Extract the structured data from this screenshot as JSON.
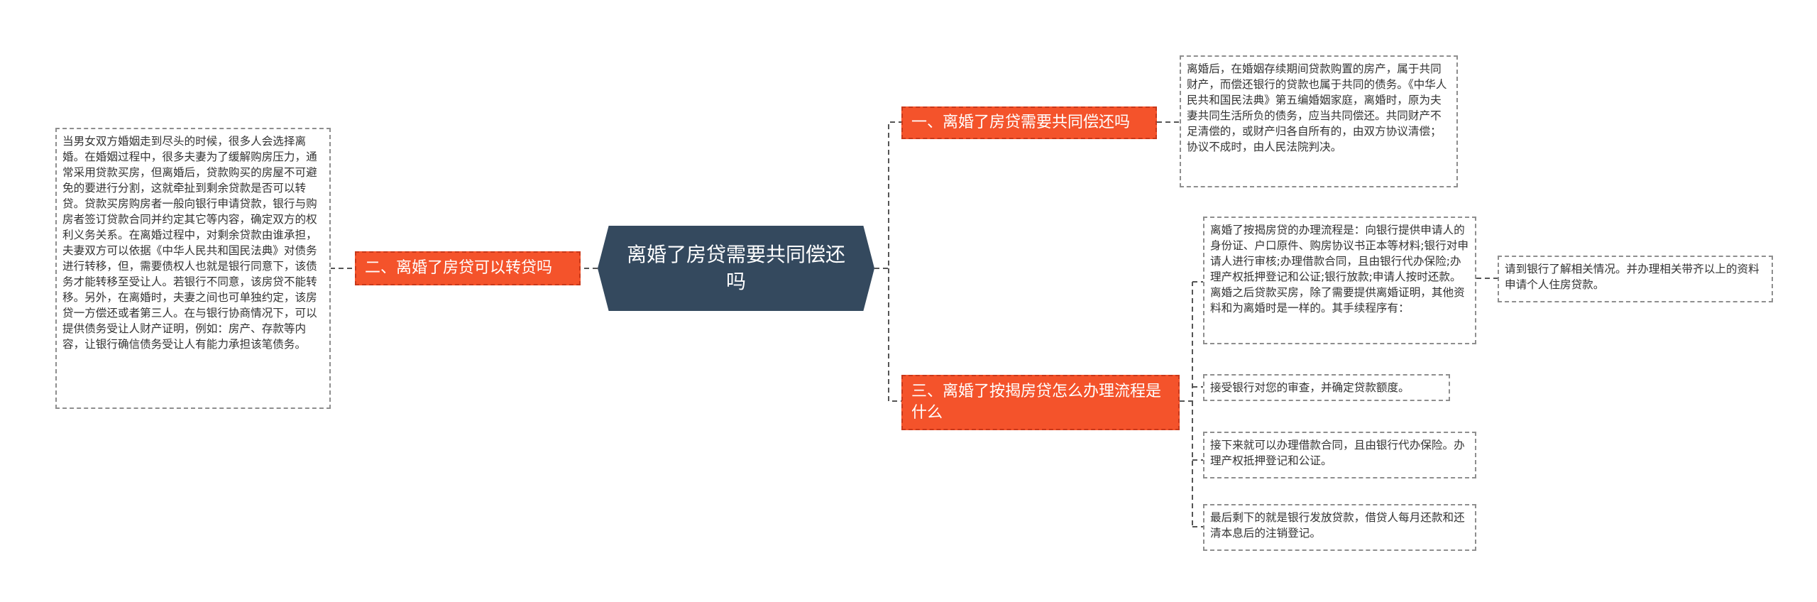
{
  "central": {
    "title": "离婚了房贷需要共同偿还吗"
  },
  "branches": [
    {
      "label": "一、离婚了房贷需要共同偿还吗",
      "leaves": [
        {
          "text": "离婚后，在婚姻存续期间贷款购置的房产，属于共同财产，而偿还银行的贷款也属于共同的债务。《中华人民共和国民法典》第五编婚姻家庭，离婚时，原为夫妻共同生活所负的债务，应当共同偿还。共同财产不足清偿的，或财产归各自所有的，由双方协议清偿；协议不成时，由人民法院判决。"
        }
      ]
    },
    {
      "label": "二、离婚了房贷可以转贷吗",
      "leaves": [
        {
          "text": "当男女双方婚姻走到尽头的时候，很多人会选择离婚。在婚姻过程中，很多夫妻为了缓解购房压力，通常采用贷款买房，但离婚后，贷款购买的房屋不可避免的要进行分割，这就牵扯到剩余贷款是否可以转贷。贷款买房购房者一般向银行申请贷款，银行与购房者签订贷款合同并约定其它等内容，确定双方的权利义务关系。在离婚过程中，对剩余贷款由谁承担，夫妻双方可以依据《中华人民共和国民法典》对债务进行转移，但，需要债权人也就是银行同意下，该债务才能转移至受让人。若银行不同意，该房贷不能转移。另外，在离婚时，夫妻之间也可单独约定，该房贷一方偿还或者第三人。在与银行协商情况下，可以提供债务受让人财产证明，例如：房产、存款等内容，让银行确信债务受让人有能力承担该笔债务。"
        }
      ]
    },
    {
      "label": "三、离婚了按揭房贷怎么办理流程是什么",
      "leaves": [
        {
          "text": "离婚了按揭房贷的办理流程是：向银行提供申请人的身份证、户口原件、购房协议书正本等材料;银行对申请人进行审核;办理借款合同，且由银行代办保险;办理产权抵押登记和公证;银行放款;申请人按时还款。离婚之后贷款买房，除了需要提供离婚证明，其他资料和为离婚时是一样的。其手续程序有：",
          "child": "请到银行了解相关情况。并办理相关带齐以上的资料申请个人住房贷款。"
        },
        {
          "text": "接受银行对您的审查，并确定贷款额度。"
        },
        {
          "text": "接下来就可以办理借款合同，且由银行代办保险。办理产权抵押登记和公证。"
        },
        {
          "text": "最后剩下的就是银行发放贷款，借贷人每月还款和还清本息后的注销登记。"
        }
      ]
    }
  ],
  "colors": {
    "central_bg": "#34495e",
    "branch_bg": "#f4532b",
    "leaf_border": "#8e8e8e",
    "connector": "#555555"
  }
}
